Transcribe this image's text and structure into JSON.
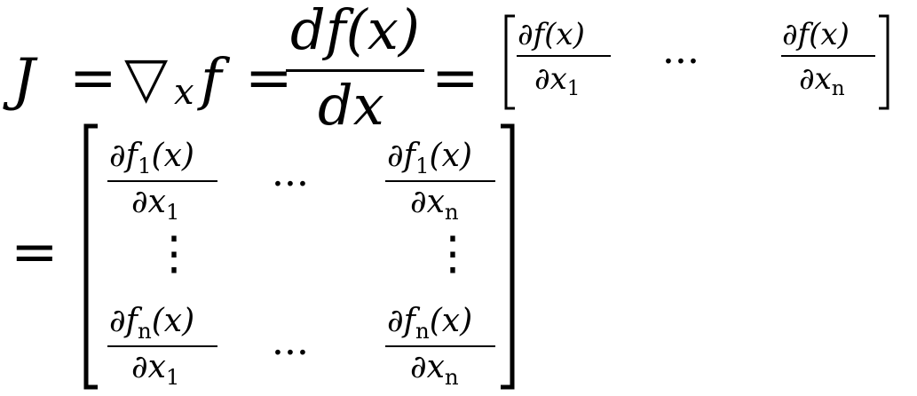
{
  "line1": {
    "lhs": "J",
    "eq": "=",
    "nabla": "▽",
    "nabla_sub": "x",
    "f": "f",
    "dfx_num": "df(x)",
    "dfx_den": "dx",
    "row": {
      "left_num": "∂f(x)",
      "left_den_base": "∂x",
      "left_den_sub": "1",
      "dots": "···",
      "right_num": "∂f(x)",
      "right_den_base": "∂x",
      "right_den_sub": "n"
    }
  },
  "line2": {
    "eq": "=",
    "matrix": {
      "r1c1_num_a": "∂f",
      "r1c1_num_sub": "1",
      "r1c1_num_b": "(x)",
      "r1c1_den_base": "∂x",
      "r1c1_den_sub": "1",
      "r1_dots": "···",
      "r1c3_num_a": "∂f",
      "r1c3_num_sub": "1",
      "r1c3_num_b": "(x)",
      "r1c3_den_base": "∂x",
      "r1c3_den_sub": "n",
      "vdots_left": "⋮",
      "vdots_right": "⋮",
      "r3c1_num_a": "∂f",
      "r3c1_num_sub": "n",
      "r3c1_num_b": "(x)",
      "r3c1_den_base": "∂x",
      "r3c1_den_sub": "1",
      "r3_dots": "···",
      "r3c3_num_a": "∂f",
      "r3c3_num_sub": "n",
      "r3c3_num_b": "(x)",
      "r3c3_den_base": "∂x",
      "r3c3_den_sub": "n"
    }
  }
}
